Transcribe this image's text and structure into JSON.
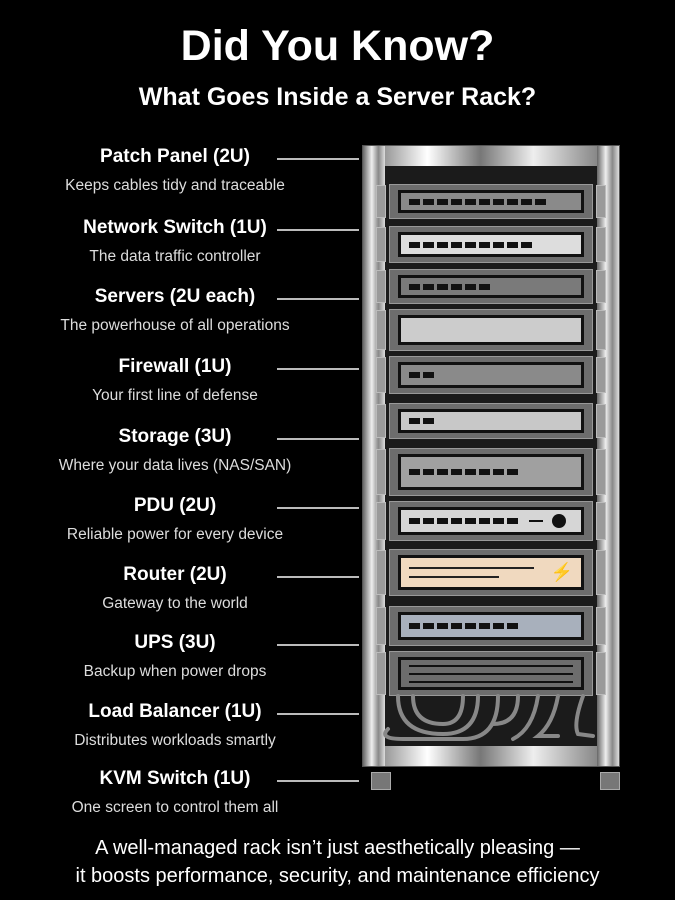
{
  "header": {
    "title": "Did You Know?",
    "subtitle": "What Goes Inside a Server Rack?"
  },
  "components": [
    {
      "name": "Patch Panel (2U)",
      "desc": "Keeps cables tidy and traceable"
    },
    {
      "name": "Network Switch (1U)",
      "desc": "The data traffic controller"
    },
    {
      "name": "Servers (2U each)",
      "desc": "The powerhouse of all operations"
    },
    {
      "name": "Firewall (1U)",
      "desc": "Your first line of defense"
    },
    {
      "name": "Storage (3U)",
      "desc": "Where your data lives (NAS/SAN)"
    },
    {
      "name": "PDU (2U)",
      "desc": "Reliable power for every device"
    },
    {
      "name": "Router (2U)",
      "desc": "Gateway to the world"
    },
    {
      "name": "UPS (3U)",
      "desc": "Backup when power drops"
    },
    {
      "name": "Load Balancer (1U)",
      "desc": "Distributes workloads smartly"
    },
    {
      "name": "KVM Switch (1U)",
      "desc": "One screen to control them all"
    }
  ],
  "footer": {
    "line1": "A well-managed rack isn’t just aesthetically pleasing —",
    "line2": "it boosts performance, security, and maintenance efficiency"
  },
  "colors": {
    "background": "#000000",
    "router_face": "#f0d9bf"
  }
}
